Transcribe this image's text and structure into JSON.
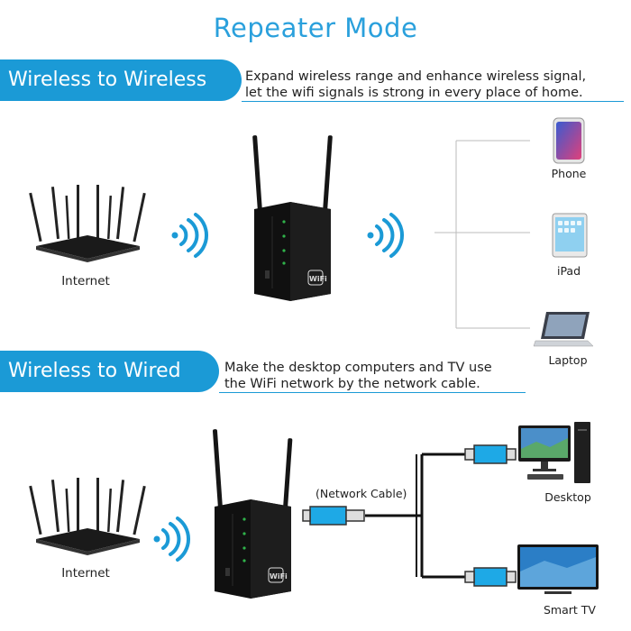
{
  "title": "Repeater Mode",
  "section1": {
    "heading": "Wireless to Wireless",
    "desc_line1": "Expand wireless range and enhance wireless signal,",
    "desc_line2": "let the wifi signals is strong in every place of home.",
    "source_label": "Internet",
    "devices": [
      {
        "label": "Phone",
        "icon": "smartphone-icon"
      },
      {
        "label": "iPad",
        "icon": "tablet-icon"
      },
      {
        "label": "Laptop",
        "icon": "laptop-icon"
      }
    ]
  },
  "section2": {
    "heading": "Wireless to Wired",
    "desc_line1": "Make the desktop computers and TV use",
    "desc_line2": "the WiFi network by the network cable.",
    "source_label": "Internet",
    "cable_label": "(Network Cable)",
    "devices": [
      {
        "label": "Desktop",
        "icon": "desktop-computer-icon"
      },
      {
        "label": "Smart TV",
        "icon": "smart-tv-icon"
      }
    ]
  },
  "repeater_badge": "WiFi",
  "colors": {
    "accent": "#1b9ad6",
    "title": "#2aa0dc",
    "cable_connector": "#1ea9e6"
  }
}
